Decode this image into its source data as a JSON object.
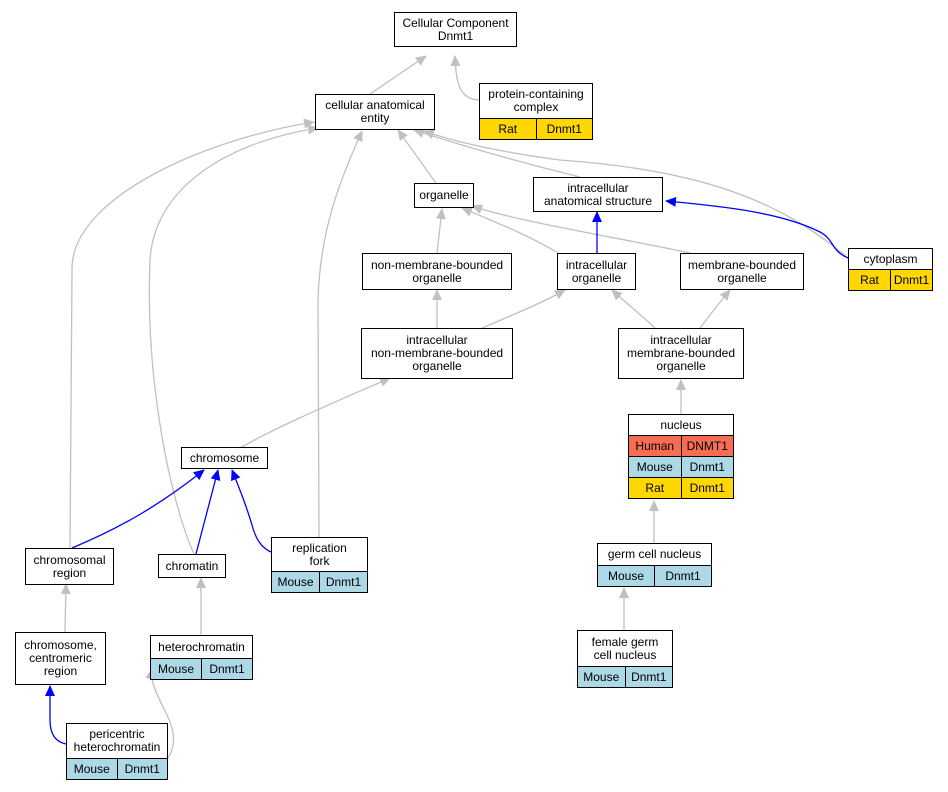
{
  "colors": {
    "Rat": "#FFD700",
    "Mouse": "#ADD8E6",
    "Human": "#F66C54",
    "edge_gray": "#C0C0C0",
    "edge_blue": "#0000FF"
  },
  "nodes": {
    "root": {
      "lines": [
        "Cellular Component",
        "Dnmt1"
      ],
      "rows": []
    },
    "cae": {
      "lines": [
        "cellular anatomical",
        "entity"
      ],
      "rows": []
    },
    "pcc": {
      "lines": [
        "protein-containing",
        "complex"
      ],
      "rows": [
        {
          "species": "Rat",
          "gene": "Dnmt1"
        }
      ]
    },
    "organelle": {
      "lines": [
        "organelle"
      ],
      "rows": []
    },
    "ias": {
      "lines": [
        "intracellular",
        "anatomical structure"
      ],
      "rows": []
    },
    "cytoplasm": {
      "lines": [
        "cytoplasm"
      ],
      "rows": [
        {
          "species": "Rat",
          "gene": "Dnmt1"
        }
      ]
    },
    "nmbo": {
      "lines": [
        "non-membrane-bounded",
        "organelle"
      ],
      "rows": []
    },
    "io": {
      "lines": [
        "intracellular",
        "organelle"
      ],
      "rows": []
    },
    "mbo": {
      "lines": [
        "membrane-bounded",
        "organelle"
      ],
      "rows": []
    },
    "inmbo": {
      "lines": [
        "intracellular",
        "non-membrane-bounded",
        "organelle"
      ],
      "rows": []
    },
    "imbo": {
      "lines": [
        "intracellular",
        "membrane-bounded",
        "organelle"
      ],
      "rows": []
    },
    "nucleus": {
      "lines": [
        "nucleus"
      ],
      "rows": [
        {
          "species": "Human",
          "gene": "DNMT1"
        },
        {
          "species": "Mouse",
          "gene": "Dnmt1"
        },
        {
          "species": "Rat",
          "gene": "Dnmt1"
        }
      ]
    },
    "chromosome": {
      "lines": [
        "chromosome"
      ],
      "rows": []
    },
    "chromreg": {
      "lines": [
        "chromosomal",
        "region"
      ],
      "rows": []
    },
    "chromatin": {
      "lines": [
        "chromatin"
      ],
      "rows": []
    },
    "repfork": {
      "lines": [
        "replication",
        "fork"
      ],
      "rows": [
        {
          "species": "Mouse",
          "gene": "Dnmt1"
        }
      ]
    },
    "germ": {
      "lines": [
        "germ cell nucleus"
      ],
      "rows": [
        {
          "species": "Mouse",
          "gene": "Dnmt1"
        }
      ]
    },
    "centro": {
      "lines": [
        "chromosome,",
        "centromeric",
        "region"
      ],
      "rows": []
    },
    "hetero": {
      "lines": [
        "heterochromatin"
      ],
      "rows": [
        {
          "species": "Mouse",
          "gene": "Dnmt1"
        }
      ]
    },
    "fgerm": {
      "lines": [
        "female germ",
        "cell nucleus"
      ],
      "rows": [
        {
          "species": "Mouse",
          "gene": "Dnmt1"
        }
      ]
    },
    "peri": {
      "lines": [
        "pericentric",
        "heterochromatin"
      ],
      "rows": [
        {
          "species": "Mouse",
          "gene": "Dnmt1"
        }
      ]
    }
  }
}
